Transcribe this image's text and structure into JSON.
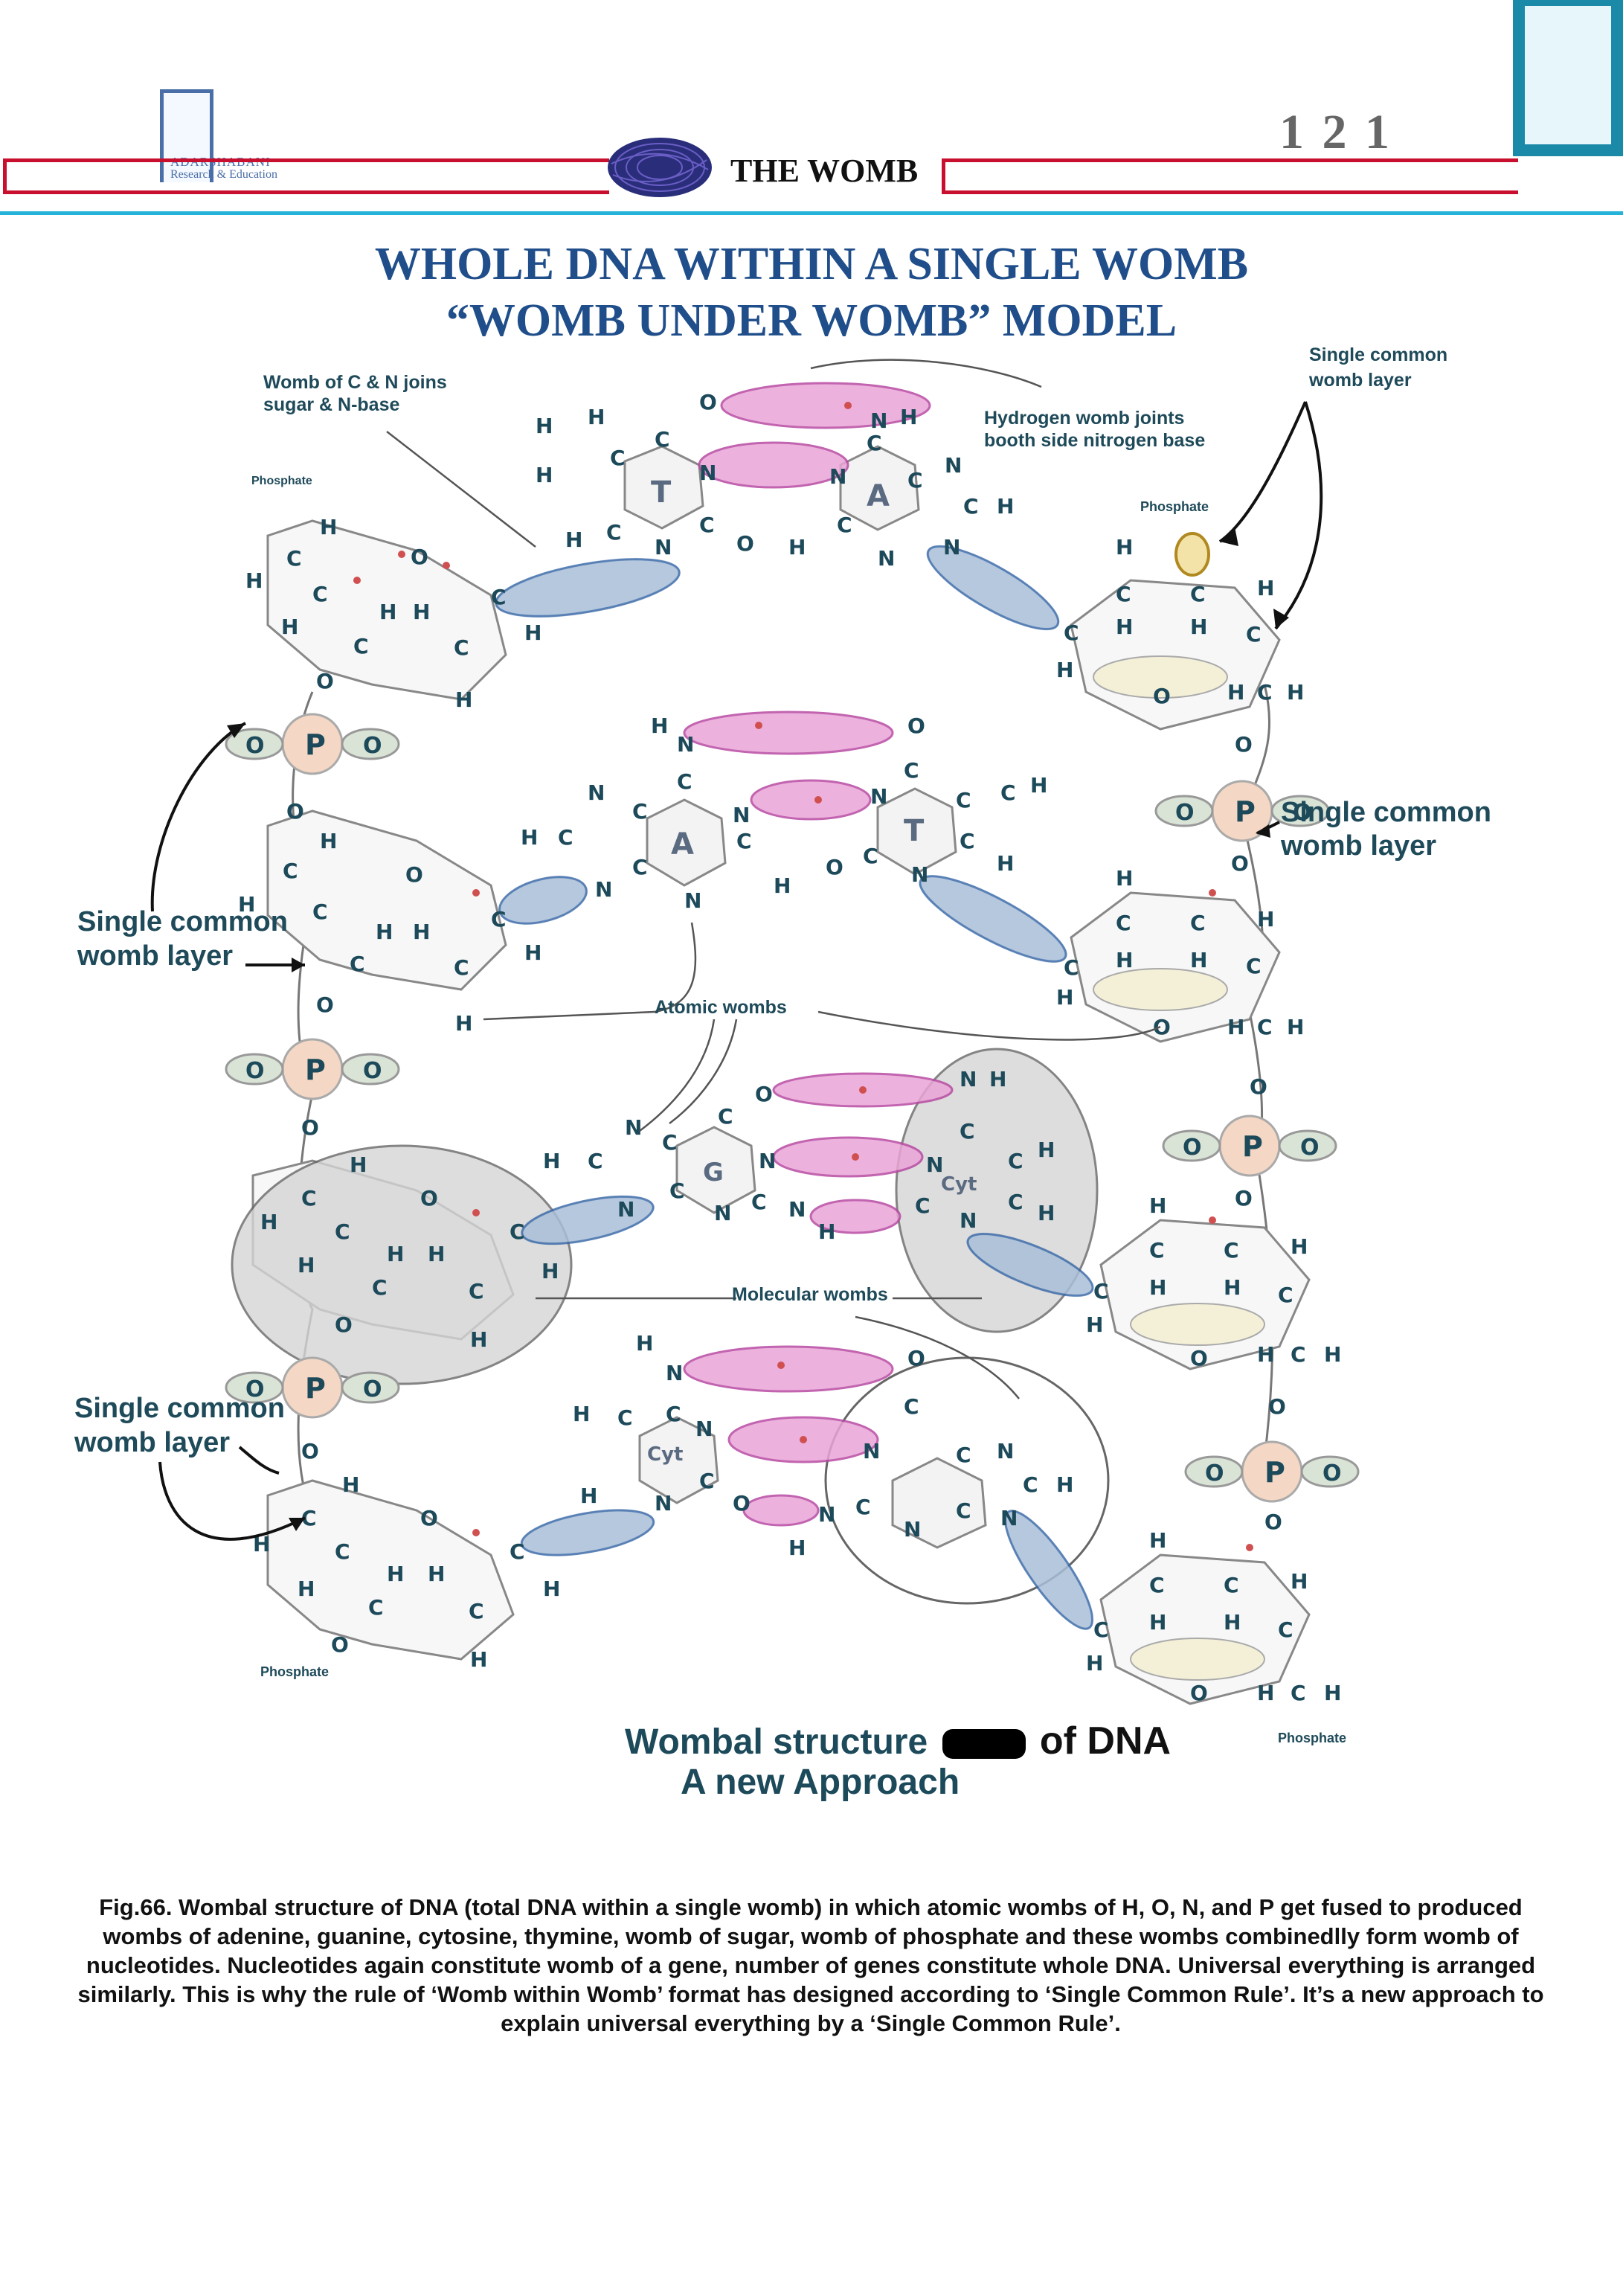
{
  "header": {
    "logo_line1": "ADARSHABANI",
    "logo_line2": "Research & Education",
    "section_title": "THE WOMB",
    "page_number": "1 2 1",
    "colors": {
      "red_rule": "#c8102e",
      "cyan_rule": "#26b3d9",
      "tab": "#1a8aa8",
      "title_blue": "#1f4e8a"
    }
  },
  "title": {
    "line1": "WHOLE DNA WITHIN A SINGLE WOMB",
    "line2": "“WOMB UNDER WOMB” MODEL"
  },
  "diagram": {
    "labels": {
      "womb_c_n_line1": "Womb of C & N joins",
      "womb_c_n_line2": "sugar & N-base",
      "hydrogen_line1": "Hydrogen womb joints",
      "hydrogen_line2": "booth side nitrogen base",
      "single_common_top_1": "Single common",
      "single_common_top_2": "womb layer",
      "single_common_right_1": "Single common",
      "single_common_right_2": "womb layer",
      "single_common_left1_1": "Single common",
      "single_common_left1_2": "womb layer",
      "single_common_left2_1": "Single common",
      "single_common_left2_2": "womb layer",
      "atomic_wombs": "Atomic wombs",
      "molecular_wombs": "Molecular wombs",
      "phosphate_top_left": "Phosphate",
      "phosphate_top_right": "Phosphate",
      "phosphate_bottom_left": "Phosphate",
      "phosphate_bottom_right": "Phosphate"
    },
    "bases": {
      "pair1_left": "T",
      "pair1_right": "A",
      "pair2_left": "A",
      "pair2_right": "T",
      "pair3_left": "G",
      "pair3_right": "Cyt",
      "pair4_left": "Cyt"
    },
    "atoms": {
      "phosphorus": "P",
      "oxygen": "O",
      "carbon": "C",
      "hydrogen": "H",
      "nitrogen": "N"
    },
    "subtitle_line1": "Wombal structure",
    "subtitle_of": "of DNA",
    "subtitle_line2": "A new Approach"
  },
  "caption": "Fig.66. Wombal structure of DNA (total DNA within a single womb) in which atomic wombs of  H, O, N, and P get fused to produced wombs of adenine, guanine, cytosine, thymine, womb of sugar, womb of phosphate and these wombs combinedlly form womb of nucleotides. Nucleotides again constitute womb of a gene, number of genes constitute whole DNA. Universal everything is arranged similarly. This is why the rule of ‘Womb within Womb’ format has designed according to ‘Single Common Rule’.  It’s a new approach to explain universal everything by a ‘Single Common Rule’."
}
